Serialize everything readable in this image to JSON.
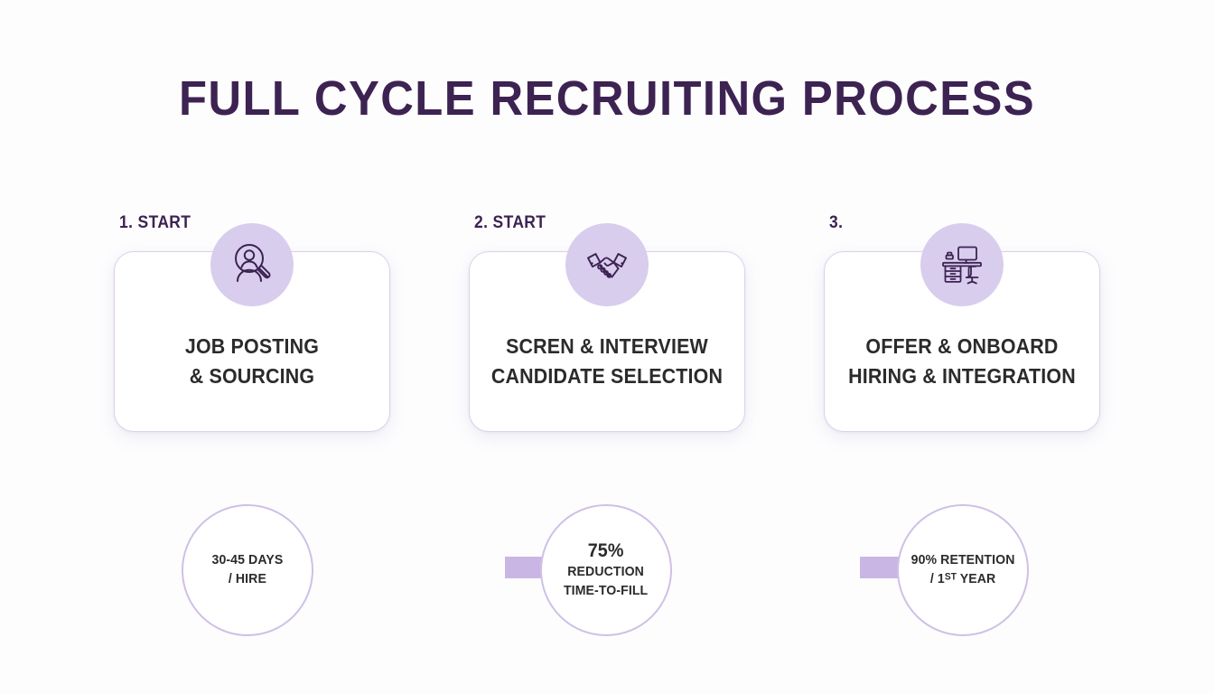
{
  "title": "FULL CYCLE RECRUITING PROCESS",
  "theme": {
    "background": "#fdfdfe",
    "title_color": "#3c2352",
    "accent_purple": "#c9b6e4",
    "icon_badge_bg": "#d9cdee",
    "card_border": "#ddd0ec",
    "circle_border": "#cfc0e6",
    "body_text": "#2b2b2b"
  },
  "steps": [
    {
      "label": "1. START",
      "icon": "person-search-icon",
      "line1": "JOB POSTING",
      "line2": "& SOURCING"
    },
    {
      "label": "2. START",
      "icon": "handshake-icon",
      "line1": "SCREN & INTERVIEW",
      "line2": "CANDIDATE SELECTION"
    },
    {
      "label": "3.",
      "icon": "desk-workstation-icon",
      "line1": "OFFER & ONBOARD",
      "line2": "HIRING & INTEGRATION"
    }
  ],
  "connectors": [
    {
      "name": "arrow-step1-to-step2"
    },
    {
      "name": "arrow-step2-to-step3"
    }
  ],
  "metrics": [
    {
      "big": "",
      "line1": "30-45 DAYS",
      "line2": "/ HIRE",
      "line3": ""
    },
    {
      "big": "75%",
      "line1": "REDUCTION",
      "line2": "TIME-TO-FILL",
      "line3": ""
    },
    {
      "big": "",
      "line1": "90% RETENTION",
      "line2": "/ 1ST YEAR",
      "line3": ""
    }
  ]
}
